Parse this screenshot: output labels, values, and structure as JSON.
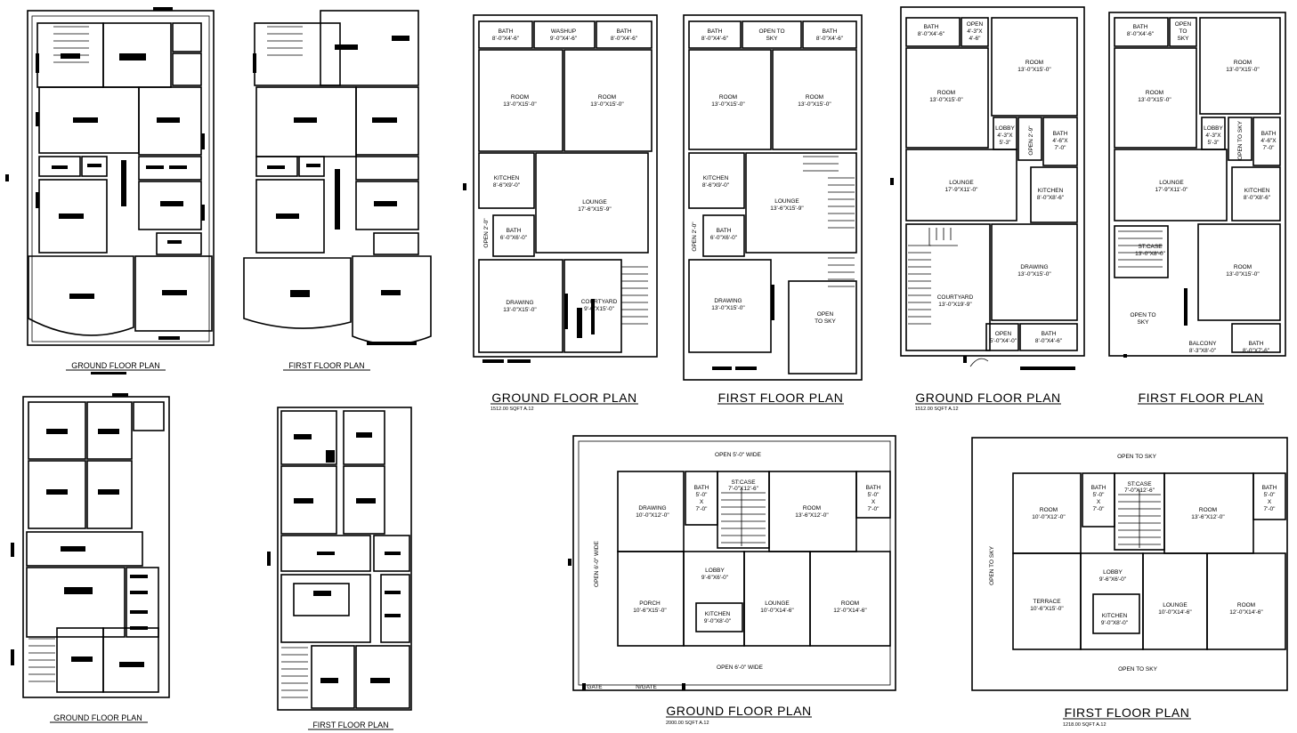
{
  "titles": {
    "p1_ground": "GROUND FLOOR PLAN",
    "p1_first": "FIRST FLOOR PLAN",
    "p2_ground": "GROUND FLOOR PLAN",
    "p2_ground_area": "1512.00 SQFT A.12",
    "p2_first": "FIRST FLOOR PLAN",
    "p3_ground": "GROUND FLOOR PLAN",
    "p3_ground_area": "1512.00 SQFT A.12",
    "p3_first": "FIRST FLOOR PLAN",
    "p4_ground": "GROUND FLOOR PLAN",
    "p4_first": "FIRST FLOOR PLAN",
    "p5_ground": "GROUND FLOOR PLAN",
    "p5_ground_area": "2000.00 SQFT  A.12",
    "p5_first": "FIRST FLOOR PLAN",
    "p5_first_area": "1218.00 SQFT  A.12"
  },
  "plan2_ground": {
    "bath1": [
      "BATH",
      "8'-0\"X4'-6\""
    ],
    "washup": [
      "WASHUP",
      "9'-0\"X4'-6\""
    ],
    "bath2": [
      "BATH",
      "8'-0\"X4'-6\""
    ],
    "room1": [
      "ROOM",
      "13'-0\"X15'-0\""
    ],
    "room2": [
      "ROOM",
      "13'-0\"X15'-0\""
    ],
    "kitchen": [
      "KITCHEN",
      "8'-6\"X9'-0\""
    ],
    "lounge": [
      "LOUNGE",
      "17'-6\"X15'-9\""
    ],
    "bath3": [
      "BATH",
      "6'-0\"X6'-0\""
    ],
    "open_side": "OPEN 2'-0\"",
    "drawing": [
      "DRAWING",
      "13'-0\"X15'-0\""
    ],
    "courtyard": [
      "COURTYARD",
      "9'-0\"X15'-0\""
    ]
  },
  "plan2_first": {
    "bath1": [
      "BATH",
      "8'-0\"X4'-6\""
    ],
    "open_sky": [
      "OPEN TO",
      "SKY"
    ],
    "bath2": [
      "BATH",
      "8'-0\"X4'-6\""
    ],
    "room1": [
      "ROOM",
      "13'-0\"X15'-0\""
    ],
    "room2": [
      "ROOM",
      "13'-0\"X15'-0\""
    ],
    "kitchen": [
      "KITCHEN",
      "8'-6\"X9'-0\""
    ],
    "lounge": [
      "LOUNGE",
      "13'-6\"X15'-9\""
    ],
    "bath3": [
      "BATH",
      "6'-0\"X6'-0\""
    ],
    "open_side": "OPEN 2'-0\"",
    "drawing": [
      "DRAWING",
      "13'-0\"X15'-0\""
    ],
    "open_sky2": [
      "OPEN",
      "TO SKY"
    ]
  },
  "plan3_ground": {
    "bath1": [
      "BATH",
      "8'-0\"X4'-6\""
    ],
    "open1": [
      "OPEN",
      "4'-3\"X",
      "4'-6\""
    ],
    "room1": [
      "ROOM",
      "13'-0\"X15'-0\""
    ],
    "room2": [
      "ROOM",
      "13'-0\"X15'-0\""
    ],
    "lobby": [
      "LOBBY",
      "4'-3\"X",
      "5'-3\""
    ],
    "open_side": "OPEN 2'-9\"",
    "bath2": [
      "BATH",
      "4'-6\"X",
      "7'-0\""
    ],
    "lounge": [
      "LOUNGE",
      "17'-9\"X11'-0\""
    ],
    "kitchen": [
      "KITCHEN",
      "8'-0\"X8'-6\""
    ],
    "drawing": [
      "DRAWING",
      "13'-0\"X15'-0\""
    ],
    "courtyard": [
      "COURTYARD",
      "13'-0\"X19'-9\""
    ],
    "open2": [
      "OPEN",
      "5'-0\"X4'-0\""
    ],
    "bath3": [
      "BATH",
      "8'-0\"X4'-6\""
    ]
  },
  "plan3_first": {
    "bath1": [
      "BATH",
      "8'-0\"X4'-6\""
    ],
    "open1": [
      "OPEN",
      "TO",
      "SKY"
    ],
    "room1": [
      "ROOM",
      "13'-0\"X15'-0\""
    ],
    "room2": [
      "ROOM",
      "13'-0\"X15'-0\""
    ],
    "lobby": [
      "LOBBY",
      "4'-3\"X",
      "5'-3\""
    ],
    "open_side": "OPEN TO SKY",
    "bath2": [
      "BATH",
      "4'-6\"X",
      "7'-0\""
    ],
    "lounge": [
      "LOUNGE",
      "17'-9\"X11'-0\""
    ],
    "kitchen": [
      "KITCHEN",
      "8'-0\"X8'-6\""
    ],
    "stcase": [
      "ST:CASE",
      "13'-0\"X8'-0\""
    ],
    "room3": [
      "ROOM",
      "13'-0\"X15'-0\""
    ],
    "open_sky": [
      "OPEN TO",
      "SKY"
    ],
    "balcony": [
      "BALCONY",
      "8'-3\"X8'-0\""
    ],
    "bath3": [
      "BATH",
      "8'-0\"X7'-6\""
    ]
  },
  "plan5_ground": {
    "open_top": "OPEN 5'-0\" WIDE",
    "open_left": "OPEN 6'-0\" WIDE",
    "open_bottom": "OPEN 6'-0\" WIDE",
    "drawing": [
      "DRAWING",
      "10'-0\"X12'-0\""
    ],
    "bath1": [
      "BATH",
      "5'-0\"",
      "X",
      "7'-0\""
    ],
    "stcase": [
      "ST:CASE",
      "7'-0\"X12'-6\""
    ],
    "room1": [
      "ROOM",
      "13'-6\"X12'-0\""
    ],
    "bath2": [
      "BATH",
      "5'-0\"",
      "X",
      "7'-0\""
    ],
    "lobby": [
      "LOBBY",
      "9'-6\"X6'-0\""
    ],
    "porch": [
      "PORCH",
      "10'-6\"X15'-0\""
    ],
    "kitchen": [
      "KITCHEN",
      "9'-0\"X8'-0\""
    ],
    "lounge": [
      "LOUNGE",
      "10'-0\"X14'-6\""
    ],
    "room2": [
      "ROOM",
      "12'-0\"X14'-6\""
    ],
    "gate": "GATE",
    "ngate": "N/GATE"
  },
  "plan5_first": {
    "open_top": "OPEN TO SKY",
    "open_left": "OPEN TO SKY",
    "open_bottom": "OPEN TO SKY",
    "room1": [
      "ROOM",
      "10'-0\"X12'-0\""
    ],
    "bath1": [
      "BATH",
      "5'-0\"",
      "X",
      "7'-0\""
    ],
    "stcase": [
      "ST:CASE",
      "7'-0\"X12'-6\""
    ],
    "room2": [
      "ROOM",
      "13'-6\"X12'-0\""
    ],
    "bath2": [
      "BATH",
      "5'-0\"",
      "X",
      "7'-0\""
    ],
    "lobby": [
      "LOBBY",
      "9'-6\"X6'-0\""
    ],
    "terrace": [
      "TERRACE",
      "10'-6\"X15'-0\""
    ],
    "kitchen": [
      "KITCHEN",
      "9'-0\"X8'-0\""
    ],
    "lounge": [
      "LOUNGE",
      "10'-0\"X14'-6\""
    ],
    "room3": [
      "ROOM",
      "12'-0\"X14'-6\""
    ]
  }
}
